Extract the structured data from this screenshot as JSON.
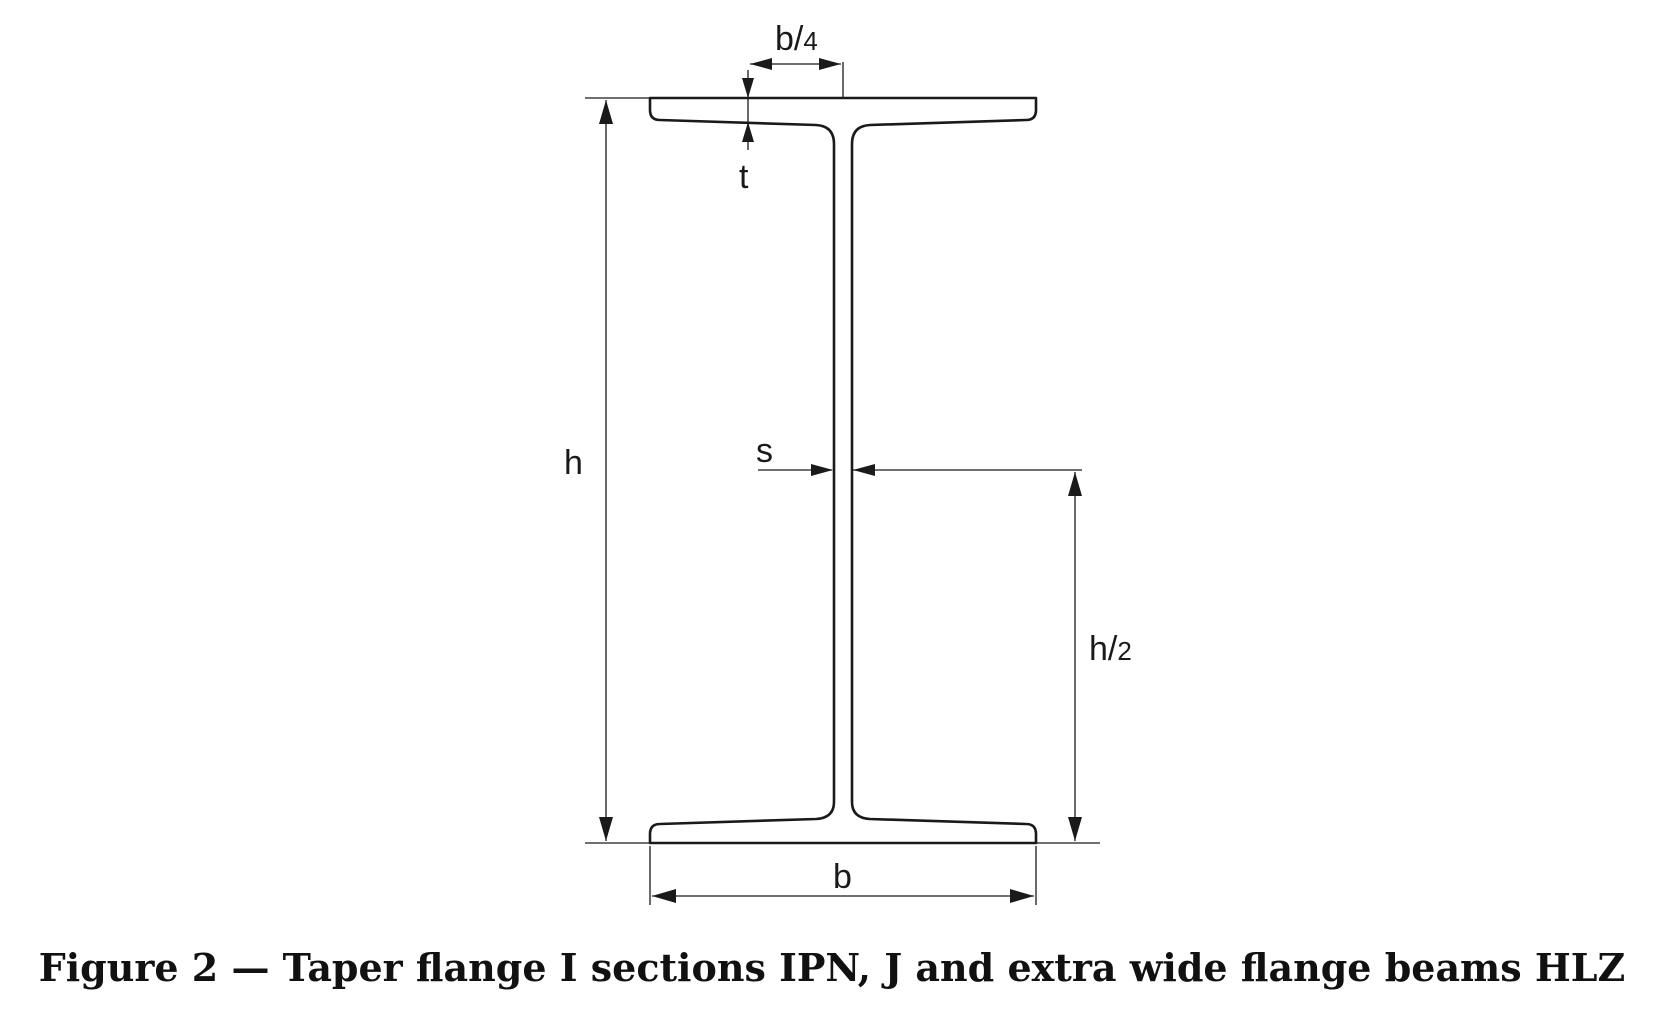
{
  "caption": "Figure 2 — Taper flange I sections IPN, J and extra wide flange beams HLZ",
  "labels": {
    "b_quarter": {
      "main": "b/",
      "sub": "4"
    },
    "t": "t",
    "h": "h",
    "s": "s",
    "h_half": {
      "main": "h/",
      "sub": "2"
    },
    "b": "b"
  }
}
